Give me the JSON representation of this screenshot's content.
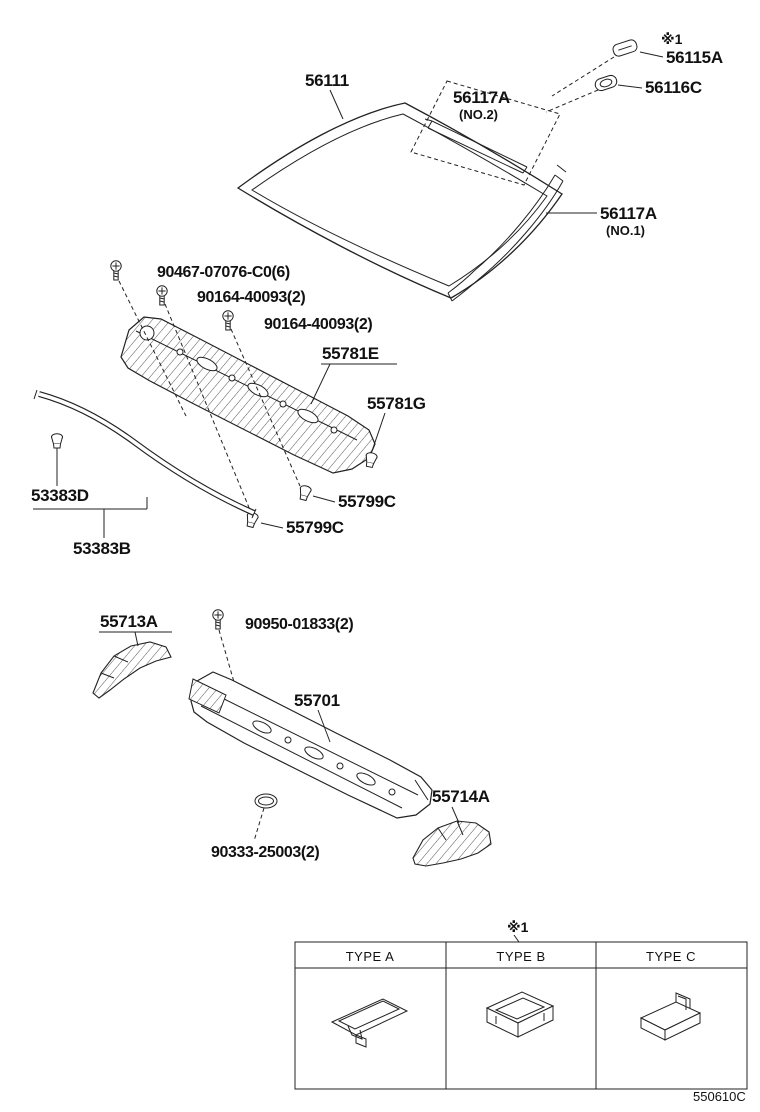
{
  "page": {
    "doc_code": "550610C"
  },
  "labels": {
    "ref_top": "※1",
    "p56115A": "56115A",
    "p56116C": "56116C",
    "p56111": "56111",
    "p56117A_2": "56117A",
    "p56117A_2n": "(NO.2)",
    "p56117A_1": "56117A",
    "p56117A_1n": "(NO.1)",
    "p90467": "90467-07076-C0(6)",
    "p90164a": "90164-40093(2)",
    "p90164b": "90164-40093(2)",
    "p55781E": "55781E",
    "p55781G": "55781G",
    "p55799Ca": "55799C",
    "p55799Cb": "55799C",
    "p53383D": "53383D",
    "p53383B": "53383B",
    "p55713A": "55713A",
    "p90950": "90950-01833(2)",
    "p55701": "55701",
    "p55714A": "55714A",
    "p90333": "90333-25003(2)"
  },
  "table": {
    "ref": "※1",
    "headers": [
      "TYPE A",
      "TYPE B",
      "TYPE C"
    ]
  }
}
